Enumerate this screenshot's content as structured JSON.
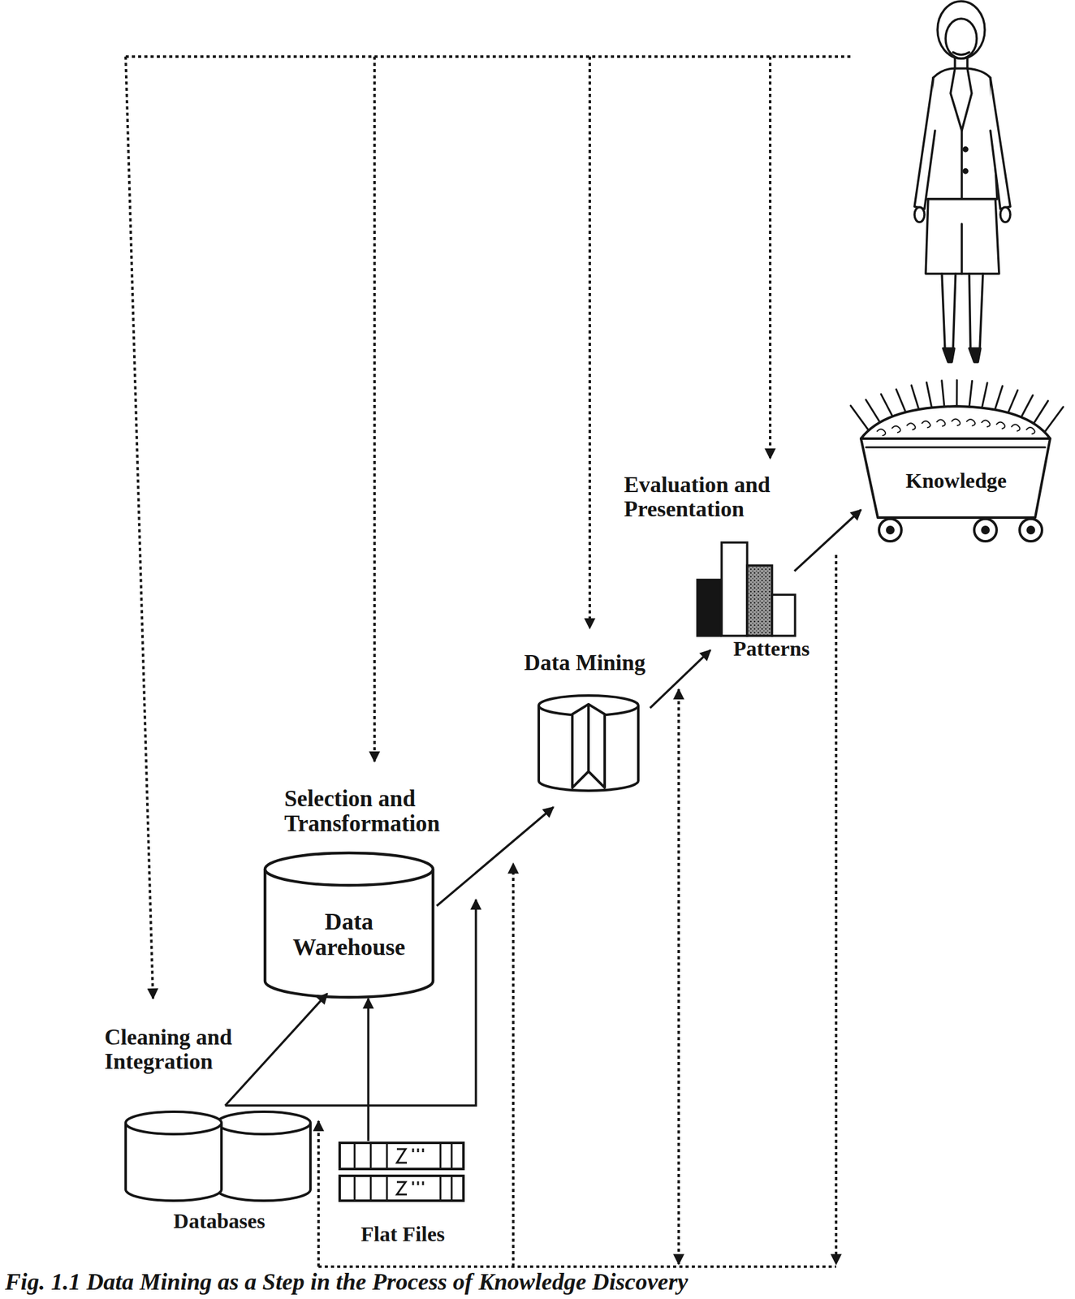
{
  "diagram": {
    "caption": "Fig. 1.1 Data Mining as a Step in the Process of Knowledge Discovery",
    "nodes": [
      {
        "text": [
          "Databases"
        ]
      },
      {
        "text": [
          "Flat Files"
        ]
      },
      {
        "text": [
          "Data Warehouse"
        ]
      },
      {
        "text": [
          "Data Mining"
        ]
      },
      {
        "text": [
          "Patterns"
        ]
      },
      {
        "text": [
          "Knowledge"
        ]
      }
    ],
    "edges": [
      {
        "from": 0,
        "to": 2,
        "label": "Cleaning and Integration",
        "arrow": "to"
      },
      {
        "from": 1,
        "to": 2,
        "arrow": "to"
      },
      {
        "from": 2,
        "to": 3,
        "label": "Selection and Transformation",
        "arrow": "to"
      },
      {
        "from": 3,
        "to": 4,
        "arrow": "to"
      },
      {
        "from": 4,
        "to": 5,
        "label": "Evaluation and Presentation",
        "arrow": "to"
      }
    ]
  }
}
